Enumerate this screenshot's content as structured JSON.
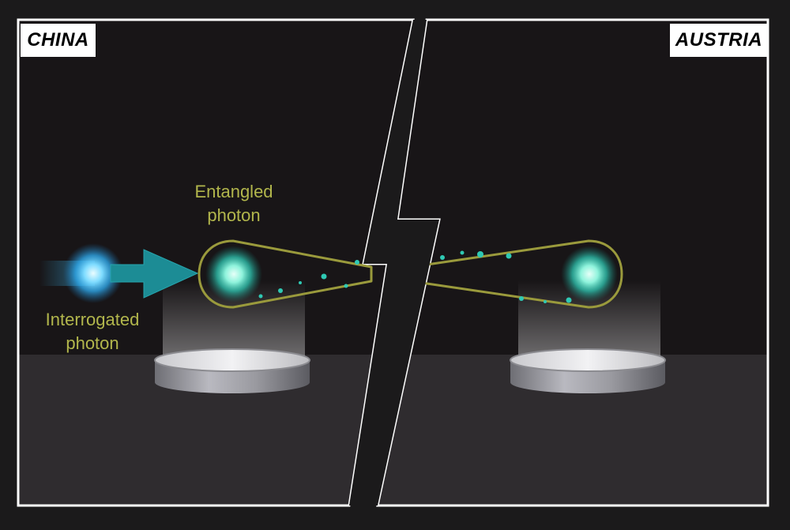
{
  "regions": {
    "left": {
      "label": "CHINA"
    },
    "right": {
      "label": "AUSTRIA"
    }
  },
  "captions": {
    "entangled_photon": {
      "line1": "Entangled",
      "line2": "photon"
    },
    "interrogated_photon": {
      "line1": "Interrogated",
      "line2": "photon"
    }
  },
  "colors": {
    "background": "#1b1a1b",
    "frame": "#ffffff",
    "sky": "#181517",
    "ground": "#2f2c2f",
    "caption_text": "#b2b64c",
    "arrow": "#1c8c95",
    "interrogated_photon_glow": "#3ec4ff",
    "entangled_photon_glow": "#4fe8d2",
    "entanglement_loop": "#9a9a3c"
  },
  "icons": {
    "interrogated_photon": "glowing-blue-orb",
    "entangled_photons": "glowing-teal-orb",
    "pedestals": "metal-platform",
    "divider": "lightning-bolt"
  }
}
